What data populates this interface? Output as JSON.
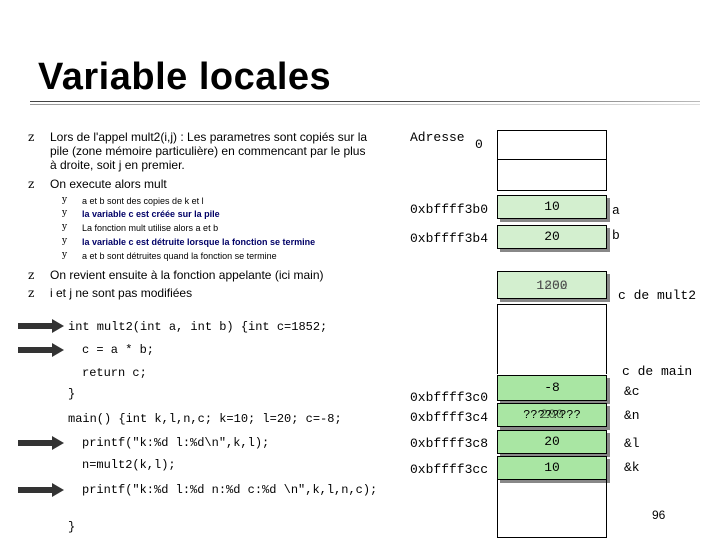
{
  "title": "Variable locales",
  "bullets": [
    {
      "glyph": "z",
      "text": "Lors de l'appel mult2(i,j) : Les parametres sont copiés sur la pile (zone mémoire particulière) en commencant par le plus à droite, soit j en premier."
    },
    {
      "glyph": "z",
      "text": "On execute alors mult"
    },
    {
      "glyph": "z",
      "text": "On revient ensuite à la fonction appelante (ici main)"
    },
    {
      "glyph": "z",
      "text": "i et j ne sont pas modifiées"
    }
  ],
  "sub_bullets": [
    {
      "glyph": "y",
      "text": "a et b sont des copies de k et l"
    },
    {
      "glyph": "y",
      "text": "la variable c est créée sur la pile"
    },
    {
      "glyph": "y",
      "text": "La fonction mult utilise alors a et b"
    },
    {
      "glyph": "y",
      "text": "la variable c est détruite lorsque la fonction se termine"
    },
    {
      "glyph": "y",
      "text": "a et b sont détruites quand la fonction se termine"
    }
  ],
  "memory": {
    "header_label": "Adresse",
    "header_value": "0",
    "rows": [
      {
        "address": "0xbffff3b0",
        "value": "10",
        "label": "a"
      },
      {
        "address": "0xbffff3b4",
        "value": "20",
        "label": "b"
      },
      {
        "address": "",
        "value": "1200",
        "value_overlay": "1852",
        "label": "c de mult2"
      }
    ],
    "main_header": "c de main",
    "main_rows": [
      {
        "address": "0xbffff3c0",
        "value": "-8",
        "label": "&c"
      },
      {
        "address": "0xbffff3c4",
        "value": "????????",
        "value_overlay": "200",
        "label": "&n"
      },
      {
        "address": "0xbffff3c8",
        "value": "20",
        "label": "&l"
      },
      {
        "address": "0xbffff3cc",
        "value": "10",
        "label": "&k"
      }
    ]
  },
  "code": {
    "line1": "int mult2(int a, int b) {int c=1852;",
    "line2": "c = a * b;",
    "line3": "return c;",
    "line4": "}",
    "line5": "main() {int k,l,n,c; k=10; l=20; c=-8;",
    "line6": "printf(\"k:%d l:%d\\n\",k,l);",
    "line7": "n=mult2(k,l);",
    "line8": "printf(\"k:%d l:%d n:%d c:%d \\n\",k,l,n,c);",
    "line9": "}"
  },
  "page_number": "96"
}
